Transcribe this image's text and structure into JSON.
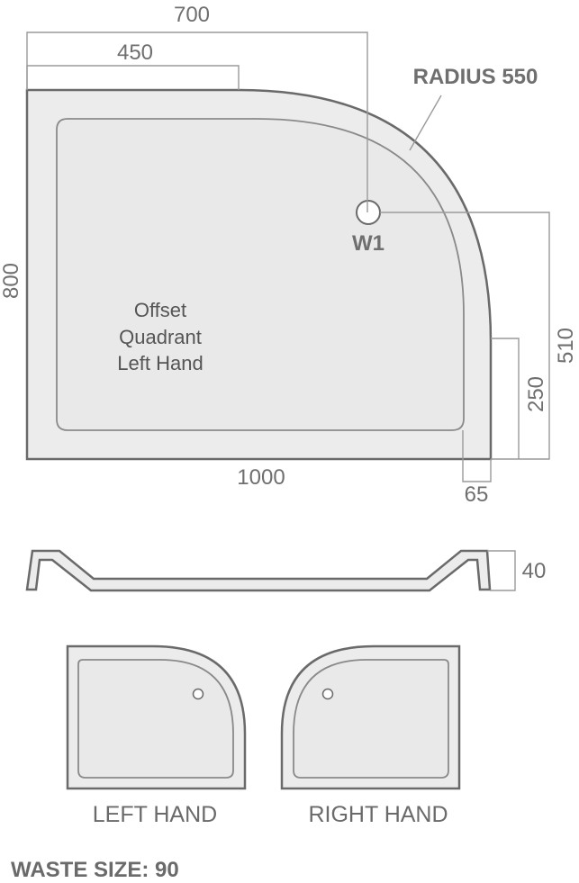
{
  "dimensions": {
    "top_width": "700",
    "straight_width": "450",
    "radius": "RADIUS 550",
    "height": "800",
    "waste_label": "W1",
    "waste_offset": "510",
    "return_height": "250",
    "total_width": "1000",
    "return_width": "65",
    "profile_depth": "40"
  },
  "tray_label": {
    "line1": "Offset",
    "line2": "Quadrant",
    "line3": "Left Hand"
  },
  "variants": {
    "left": "LEFT HAND",
    "right": "RIGHT HAND"
  },
  "waste_size": "WASTE SIZE: 90",
  "colors": {
    "line": "#6a6a6a",
    "fill": "#ececec",
    "text": "#6f6f6f"
  }
}
